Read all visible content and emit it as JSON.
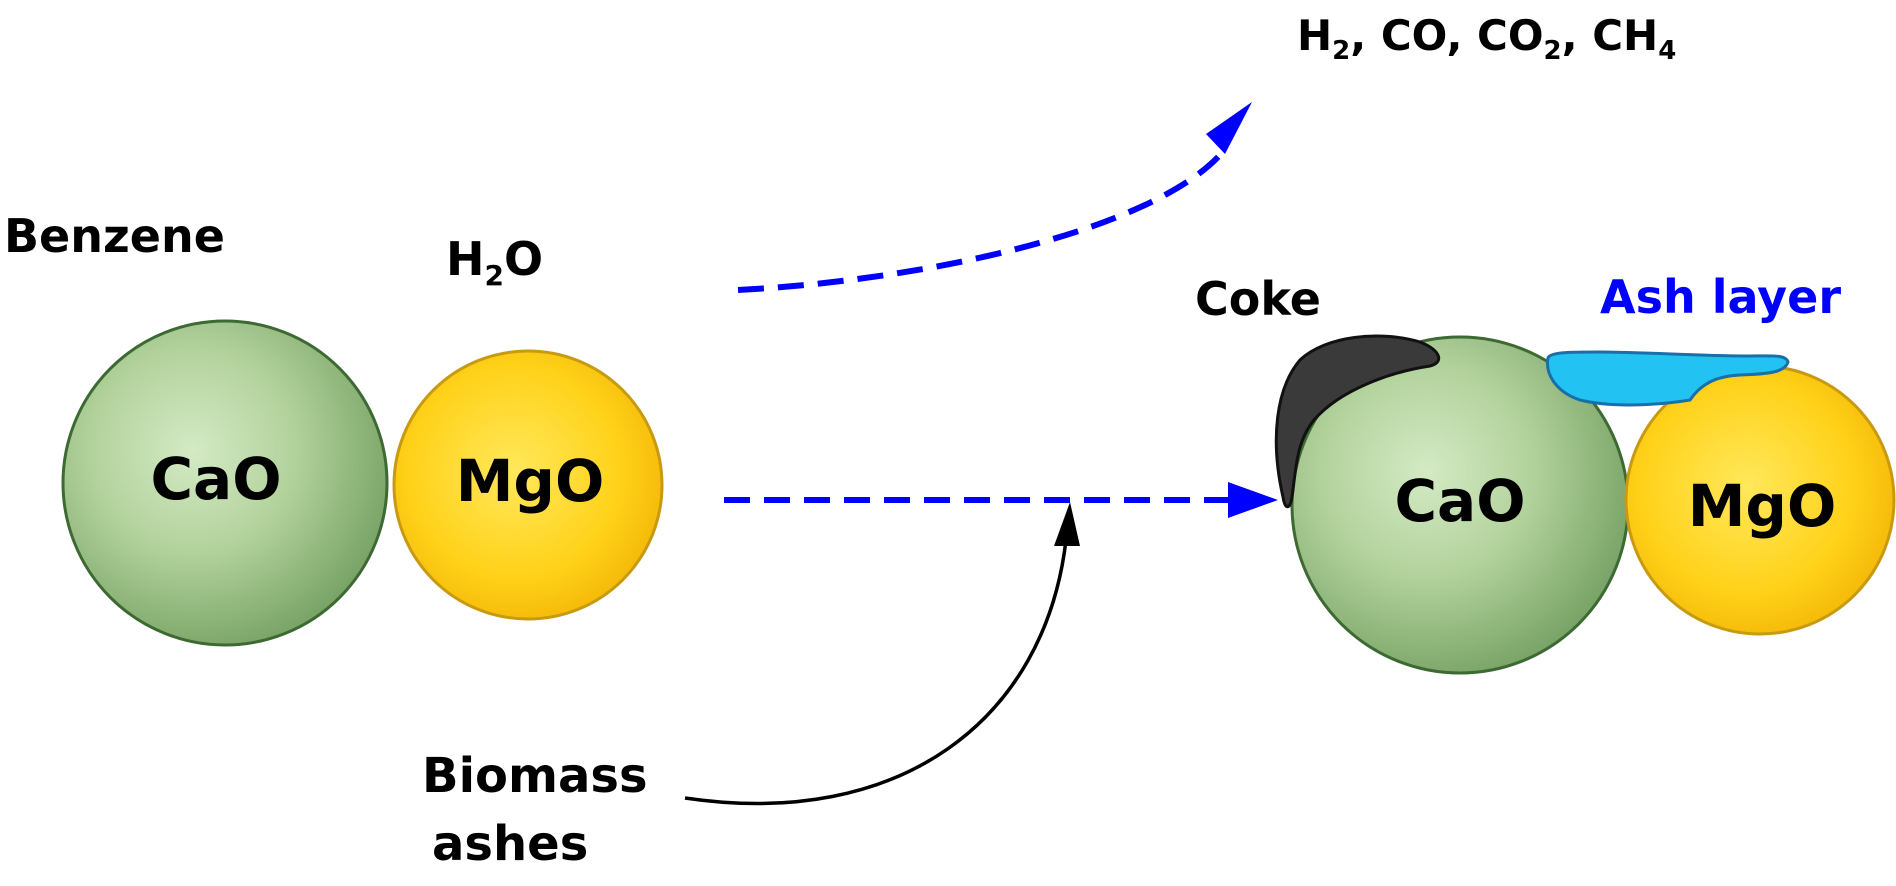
{
  "labels": {
    "reactant_1": "Benzene",
    "reactant_2_main": "H",
    "reactant_2_sub": "2",
    "reactant_2_tail": "O",
    "products": [
      {
        "main": "H",
        "sub": "2",
        "sep": ", "
      },
      {
        "main": "CO",
        "sub": "",
        "sep": ", "
      },
      {
        "main": "CO",
        "sub": "2",
        "sep": ", "
      },
      {
        "main": "CH",
        "sub": "4",
        "sep": ""
      }
    ],
    "additive_line1": "Biomass",
    "additive_line2": "ashes",
    "coke": "Coke",
    "ash_layer": "Ash layer"
  },
  "particles": {
    "cao": "CaO",
    "mgo": "MgO"
  },
  "colors": {
    "cao_fill_light": "#c8e2b6",
    "cao_fill_dark": "#6e9a5c",
    "cao_stroke": "#3d6a33",
    "mgo_fill_light": "#ffe24a",
    "mgo_fill_dark": "#f2b800",
    "mgo_stroke": "#c89a12",
    "coke": "#3a3a3a",
    "ash": "#22c3f2",
    "ash_stroke": "#1a6fa8",
    "arrow_dashed": "#0000ff",
    "arrow_solid": "#000000",
    "ash_label": "#0000ff"
  }
}
